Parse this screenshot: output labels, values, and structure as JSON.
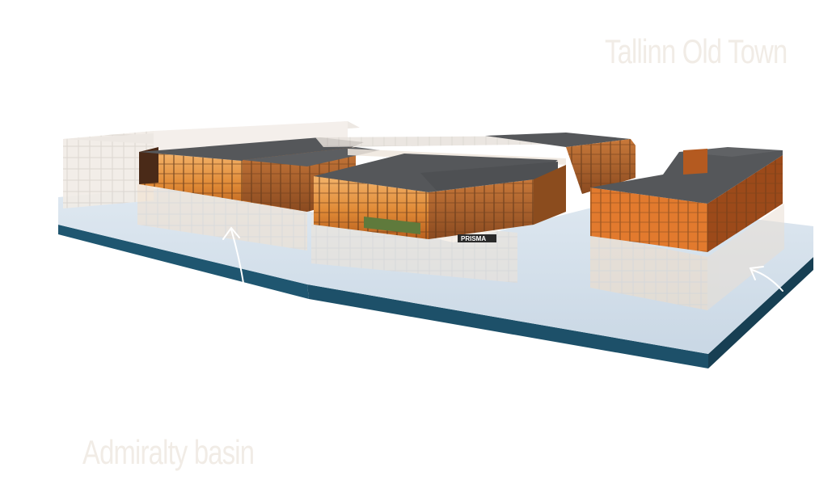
{
  "labels": {
    "top_right": "Tallinn Old Town",
    "bottom_left": "Admiralty basin"
  },
  "signage": {
    "store_sign": "PRISMA"
  },
  "colors": {
    "background": "#ffffff",
    "base_top": "#cfdce8",
    "base_side": "#1f5670",
    "glass_warm": "#e8903c",
    "roof": "#55575a",
    "faded_building": "#efe9e3",
    "label_text": "#f1ece6"
  }
}
